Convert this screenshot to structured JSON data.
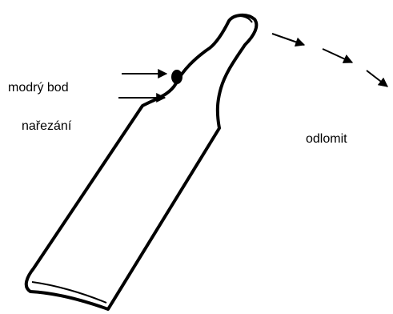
{
  "labels": {
    "blue_dot": "modrý bod",
    "cut": "nařezání",
    "break_off": "odlomit"
  },
  "colors": {
    "stroke": "#000000",
    "background": "#ffffff"
  }
}
